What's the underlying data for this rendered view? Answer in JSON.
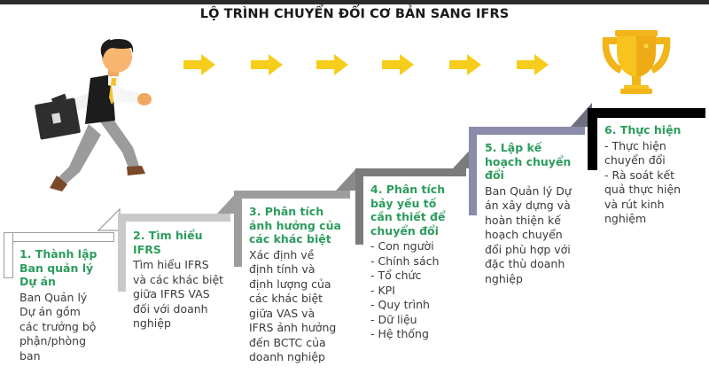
{
  "title": "LỘ TRÌNH CHUYỂN ĐỔI CƠ BẢN SANG IFRS",
  "colors": {
    "green": "#2c9c5c",
    "body": "#3a3a3a",
    "arrow": "#f7cd1c",
    "trophy": "#f2b519",
    "step1": "#ffffff",
    "step2": "#c9c9c9",
    "step3": "#9d9d9d",
    "step4": "#7b7b7b",
    "step5": "#8b8bab",
    "step6": "#000000",
    "triangle": "#6e6e6e"
  },
  "icons": {
    "arrow": "arrow-right-icon",
    "trophy": "trophy-icon",
    "runner": "running-businessman-icon"
  },
  "arrows": [
    {
      "label": "arrow-1"
    },
    {
      "label": "arrow-2"
    },
    {
      "label": "arrow-3"
    },
    {
      "label": "arrow-4"
    },
    {
      "label": "arrow-5"
    },
    {
      "label": "arrow-6"
    }
  ],
  "steps": [
    {
      "id": 1,
      "heading": "1. Thành lập\nBan quản lý\nDự án",
      "body": "Ban Quản lý\nDự án gồm\ncác trưởng bộ\nphận/phòng\nban",
      "color": "#ffffff"
    },
    {
      "id": 2,
      "heading": "2. Tìm hiểu\nIFRS",
      "body": "Tìm hiểu IFRS\nvà các khác biệt\ngiữa IFRS VAS\nđối với doanh\nnghiệp",
      "color": "#c9c9c9"
    },
    {
      "id": 3,
      "heading": "3. Phân tích\nảnh hưởng của\ncác khác biệt",
      "body": "Xác định về\nđịnh tính và\nđịnh lượng của\ncác khác biệt\ngiữa VAS và\nIFRS ảnh hưởng\nđến BCTC của\ndoanh nghiệp",
      "color": "#9d9d9d"
    },
    {
      "id": 4,
      "heading": "4. Phân tích\nbảy yếu tố\ncần thiết để\nchuyển đổi",
      "body": "- Con người\n- Chính sách\n- Tổ chức\n- KPI\n- Quy trình\n- Dữ liệu\n- Hệ thống",
      "color": "#7b7b7b"
    },
    {
      "id": 5,
      "heading": "5. Lập kế\nhoạch chuyển\nđổi",
      "body": "Ban Quản lý Dự\nán xây dựng và\nhoàn thiện kế\nhoạch chuyển\nđổi phù hợp với\nđặc thù doanh\nnghiệp",
      "color": "#8b8bab"
    },
    {
      "id": 6,
      "heading": "6. Thực hiện",
      "body": "- Thực hiện\nchuyển đổi\n- Rà soát kết\nquả thực hiện\nvà rút kinh\nnghiệm",
      "color": "#000000"
    }
  ]
}
